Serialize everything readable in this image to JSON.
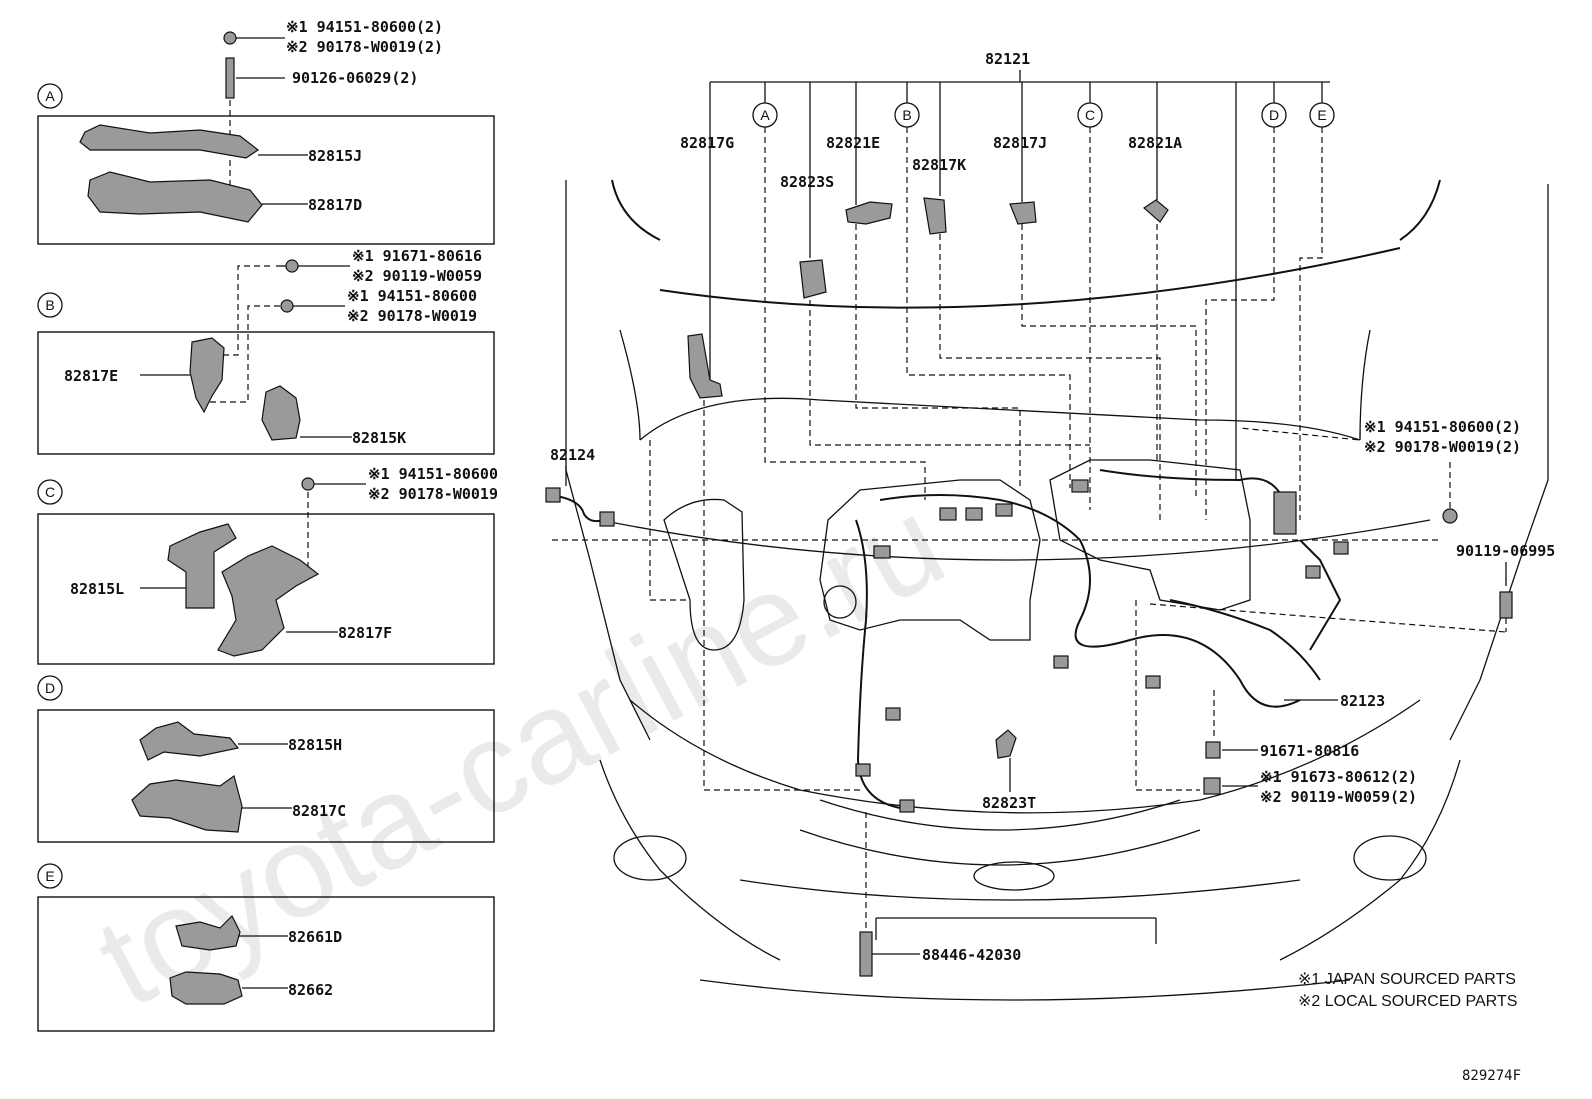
{
  "watermark": "toyota-carline.ru",
  "diagram_code": "829274F",
  "notes": {
    "japan": "※1 JAPAN SOURCED PARTS",
    "local": "※2 LOCAL SOURCED PARTS"
  },
  "groups": {
    "a": {
      "letter": "A",
      "nut1": "※1 94151-80600(2)",
      "nut2": "※2 90178-W0019(2)",
      "stud": "90126-06029(2)",
      "part1": "82815J",
      "part2": "82817D"
    },
    "b": {
      "letter": "B",
      "bolt1": "※1 91671-80616",
      "bolt2": "※2 90119-W0059",
      "nut1": "※1 94151-80600",
      "nut2": "※2 90178-W0019",
      "part1": "82817E",
      "part2": "82815K"
    },
    "c": {
      "letter": "C",
      "nut1": "※1 94151-80600",
      "nut2": "※2 90178-W0019",
      "part1": "82815L",
      "part2": "82817F"
    },
    "d": {
      "letter": "D",
      "part1": "82815H",
      "part2": "82817C"
    },
    "e": {
      "letter": "E",
      "part1": "82661D",
      "part2": "82662"
    }
  },
  "main": {
    "harness": "82121",
    "circles": [
      "A",
      "B",
      "C",
      "D",
      "E"
    ],
    "p_82817G": "82817G",
    "p_82823S": "82823S",
    "p_82821E": "82821E",
    "p_82817K": "82817K",
    "p_82817J": "82817J",
    "p_82821A": "82821A",
    "p_82124": "82124",
    "p_82123": "82123",
    "p_82823T": "82823T",
    "p_88446": "88446-42030",
    "nut_r1": "※1 94151-80600(2)",
    "nut_r2": "※2 90178-W0019(2)",
    "bolt_r": "90119-06995",
    "bolt_91671": "91671-80816",
    "bolt_b1": "※1 91673-80612(2)",
    "bolt_b2": "※2 90119-W0059(2)"
  }
}
